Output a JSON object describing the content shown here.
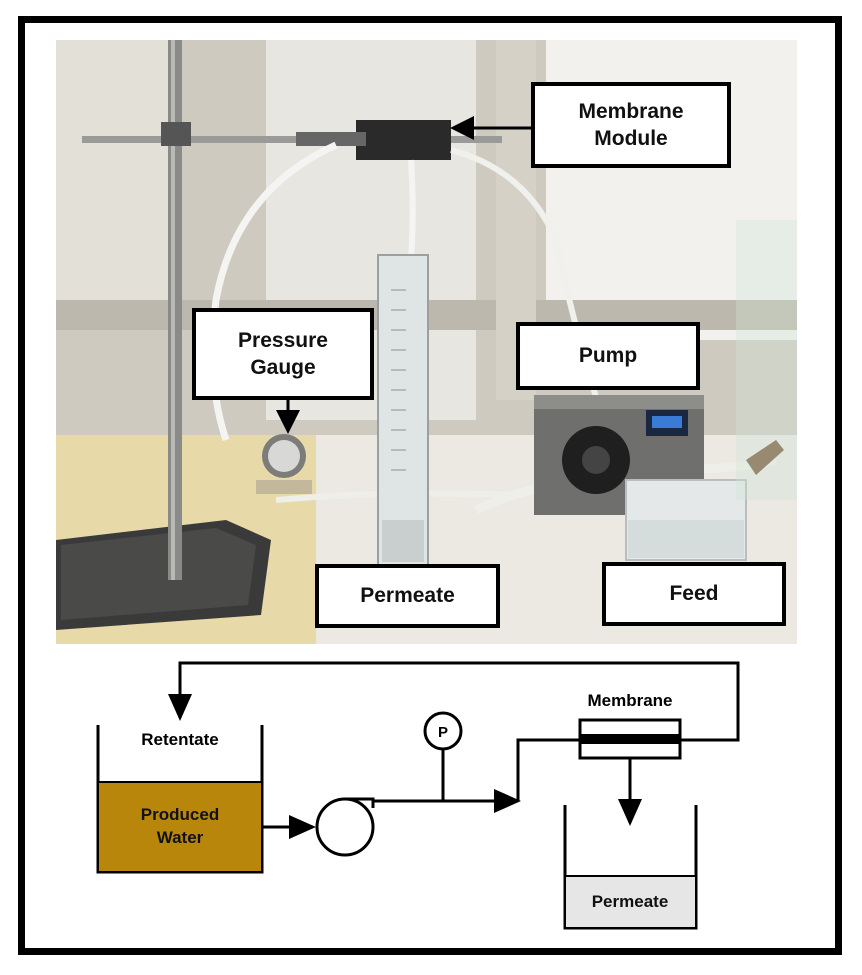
{
  "photo_labels": {
    "membrane_module_line1": "Membrane",
    "membrane_module_line2": "Module",
    "pressure_gauge_line1": "Pressure",
    "pressure_gauge_line2": "Gauge",
    "pump": "Pump",
    "permeate": "Permeate",
    "feed": "Feed"
  },
  "schematic": {
    "retentate": "Retentate",
    "produced_water_line1": "Produced",
    "produced_water_line2": "Water",
    "pressure_symbol": "P",
    "membrane": "Membrane",
    "permeate": "Permeate"
  },
  "colors": {
    "produced_water_fill": "#b8860b",
    "permeate_fill": "#e6e6e6",
    "line": "#000000"
  }
}
